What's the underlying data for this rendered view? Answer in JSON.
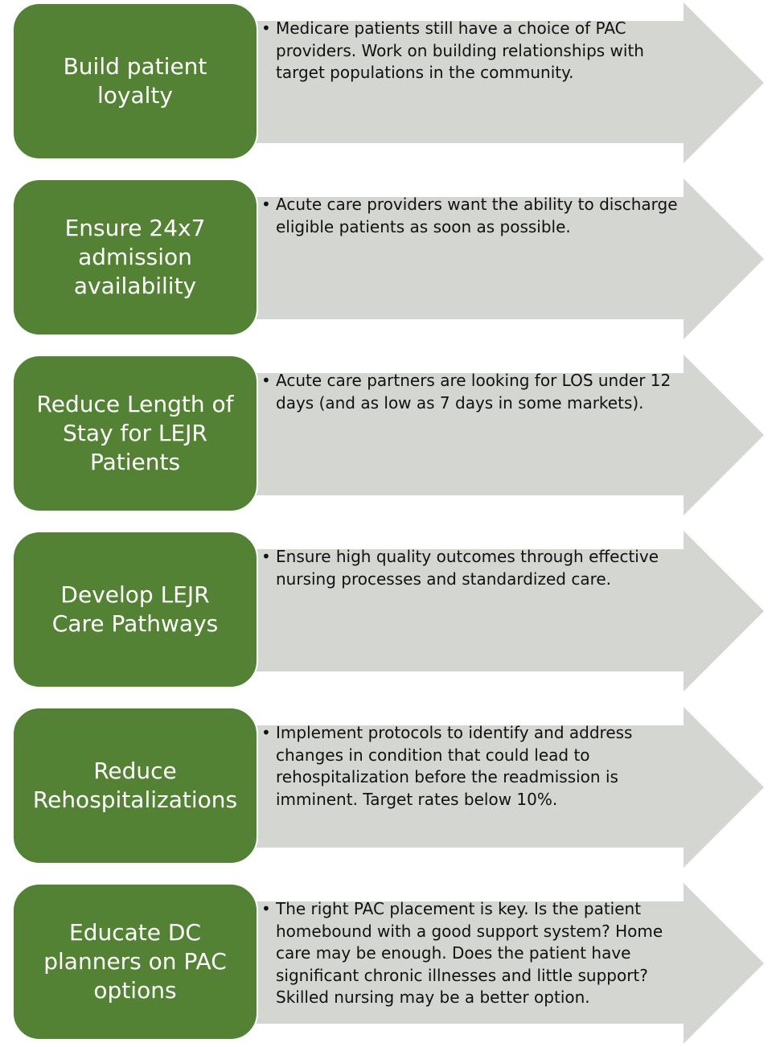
{
  "colors": {
    "box_fill": "#548235",
    "arrow_fill": "#d4d6d2",
    "text_light": "#ffffff",
    "text_dark": "#111111"
  },
  "bullet_glyph": "•",
  "rows": [
    {
      "label": "Build patient loyalty",
      "detail": "Medicare patients still have a choice of PAC providers. Work on building relationships with target populations in the community."
    },
    {
      "label": "Ensure 24x7 admission availability",
      "detail": "Acute care providers want the ability to discharge eligible patients as soon as possible."
    },
    {
      "label": "Reduce Length of Stay for LEJR Patients",
      "detail": "Acute care partners are looking for LOS under 12 days (and as low as 7 days in some markets)."
    },
    {
      "label": "Develop LEJR Care Pathways",
      "detail": "Ensure high quality outcomes through effective nursing  processes and standardized care."
    },
    {
      "label": "Reduce Rehospitalizations",
      "detail": "Implement protocols to identify and address changes in condition that could lead to rehospitalization before the readmission is imminent. Target rates below 10%."
    },
    {
      "label": "Educate DC planners on PAC options",
      "detail": "The right PAC placement is key. Is the patient homebound with a good support system? Home care may be enough. Does the patient have significant chronic illnesses and little support? Skilled nursing may be a better option."
    }
  ]
}
